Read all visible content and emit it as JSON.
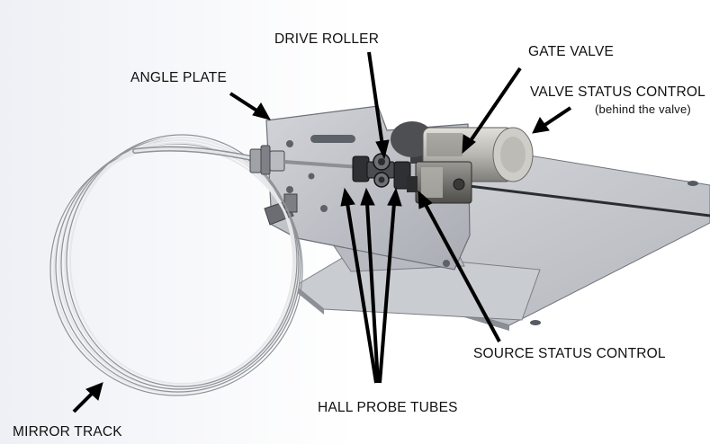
{
  "labels": {
    "drive_roller": "DRIVE ROLLER",
    "gate_valve": "GATE VALVE",
    "angle_plate": "ANGLE PLATE",
    "valve_status_control": "VALVE STATUS CONTROL",
    "behind_the_valve": "(behind the valve)",
    "source_status_control": "SOURCE STATUS CONTROL",
    "hall_probe_tubes": "HALL PROBE TUBES",
    "mirror_track": "MIRROR TRACK"
  },
  "colors": {
    "background": "#ffffff",
    "label_text": "#111111",
    "arrow": "#000000",
    "plate_fill": "#c3c6cc",
    "plate_shadow": "#9ea2aa",
    "track": "#d8dadd"
  }
}
